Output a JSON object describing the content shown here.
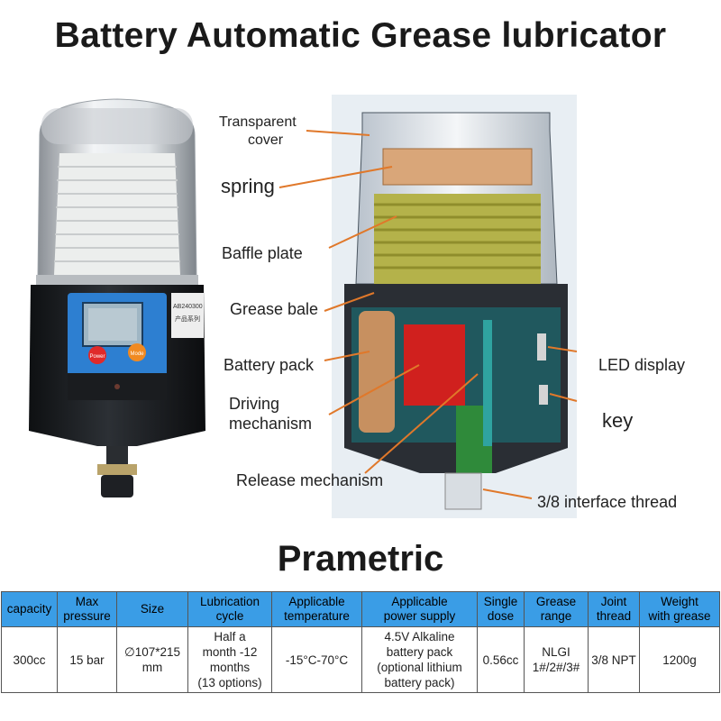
{
  "title": "Battery Automatic Grease lubricator",
  "device": {
    "label_code": "AB240300",
    "label_sub": "产品系列",
    "power_button": "Power",
    "mode_button": "Mode"
  },
  "callouts": {
    "transparent_cover_1": "Transparent",
    "transparent_cover_2": "cover",
    "spring": "spring",
    "baffle_plate": "Baffle plate",
    "grease_bale": "Grease bale",
    "battery_pack": "Battery pack",
    "driving_1": "Driving",
    "driving_2": "mechanism",
    "release": "Release mechanism",
    "led_display": "LED display",
    "key": "key",
    "interface_thread": "3/8 interface thread"
  },
  "section_title": "Prametric",
  "table": {
    "headers": [
      [
        "capacity"
      ],
      [
        "Max",
        "pressure"
      ],
      [
        "Size"
      ],
      [
        "Lubrication",
        "cycle"
      ],
      [
        "Applicable",
        "temperature"
      ],
      [
        "Applicable",
        "power supply"
      ],
      [
        "Single",
        "dose"
      ],
      [
        "Grease",
        "range"
      ],
      [
        "Joint",
        "thread"
      ],
      [
        "Weight",
        "with grease"
      ]
    ],
    "row": [
      [
        "300cc"
      ],
      [
        "15 bar"
      ],
      [
        "∅107*215",
        "mm"
      ],
      [
        "Half a",
        "month -12",
        "months",
        "(13 options)"
      ],
      [
        "-15°C-70°C"
      ],
      [
        "4.5V Alkaline",
        "battery pack",
        "(optional lithium",
        "battery pack)"
      ],
      [
        "0.56cc"
      ],
      [
        "NLGI",
        "1#/2#/3#"
      ],
      [
        "3/8 NPT"
      ],
      [
        "1200g"
      ]
    ]
  },
  "colors": {
    "header_bg": "#3a9de6",
    "arrow": "#e0782a",
    "grease_fill": "#b4b24a",
    "housing": "#2a2e34"
  }
}
